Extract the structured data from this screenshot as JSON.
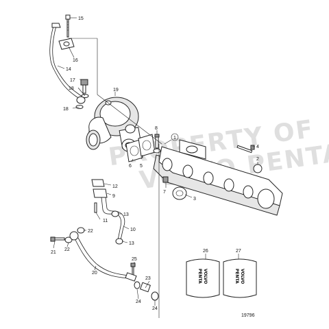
{
  "callouts": {
    "c1": "1",
    "c2": "2",
    "c3": "3",
    "c4": "4",
    "c5": "5",
    "c6": "6",
    "c7": "7",
    "c8": "8",
    "c9": "9",
    "c10": "10",
    "c11": "11",
    "c12": "12",
    "c13a": "13",
    "c13b": "13",
    "c14": "14",
    "c15": "15",
    "c16": "16",
    "c17": "17",
    "c18a": "18",
    "c18b": "18",
    "c19": "19",
    "c20": "20",
    "c21": "21",
    "c22a": "22",
    "c22b": "22",
    "c23": "23",
    "c24a": "24",
    "c24b": "24",
    "c25": "25",
    "c26": "26",
    "c27": "27"
  },
  "kits": [
    {
      "number": "26",
      "brand_line1": "VOLVO",
      "brand_line2": "PENTA"
    },
    {
      "number": "27",
      "brand_line1": "VOLVO",
      "brand_line2": "PENTA"
    }
  ],
  "watermark": {
    "line1": "PROPERTY OF",
    "line2": "VOLVO PENTA"
  },
  "figure_number": "19796"
}
